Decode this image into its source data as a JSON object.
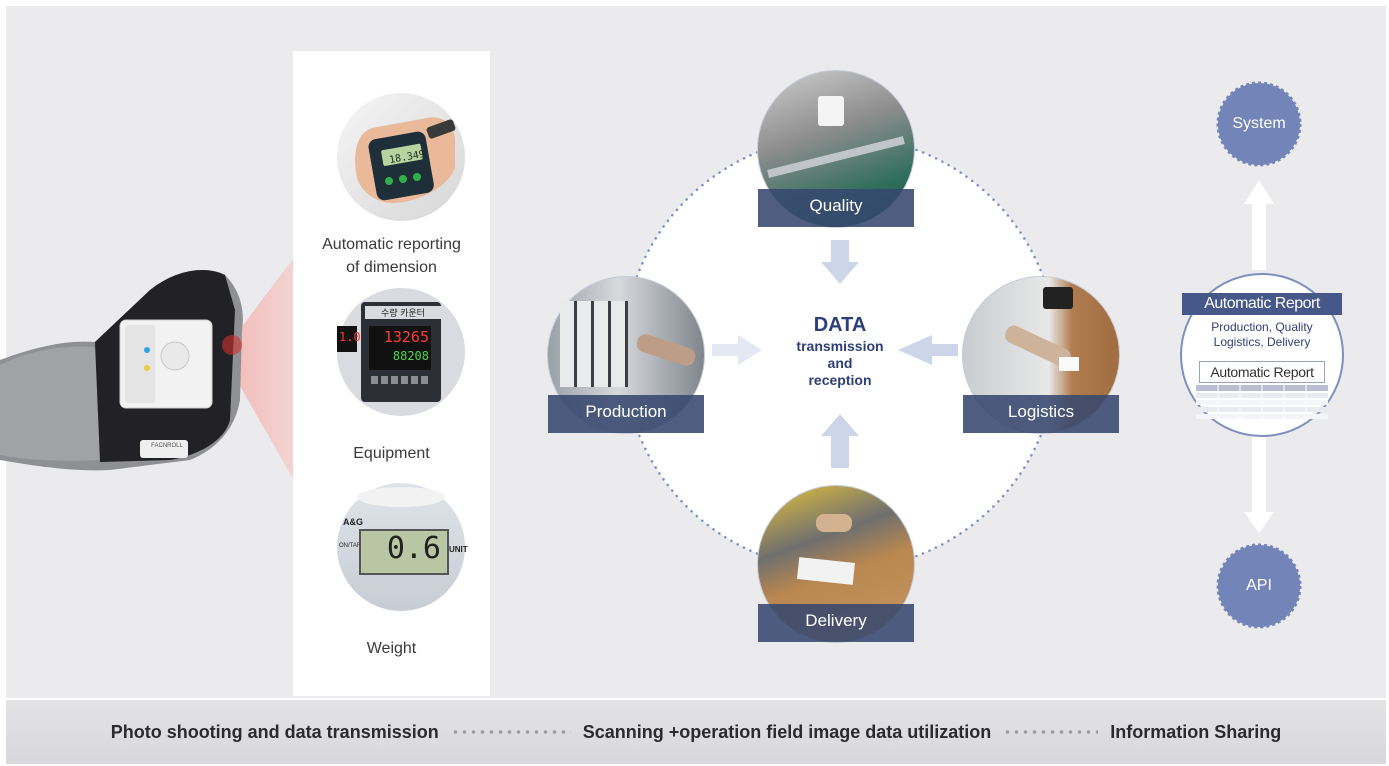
{
  "sources": [
    {
      "label_line1": "Automatic reporting",
      "label_line2": "of dimension",
      "display": "18.349"
    },
    {
      "label_line1": "Equipment",
      "display": "13265",
      "display2": "88208",
      "header": "수량 카운터",
      "small": "1.0"
    },
    {
      "label_line1": "Weight",
      "display": "0.6",
      "brand": "A&G",
      "side": "UNIT",
      "tare": "ON/TARE"
    }
  ],
  "device_brand": "FACNROLL",
  "hubs": {
    "top": "Quality",
    "left": "Production",
    "right": "Logistics",
    "bottom": "Delivery"
  },
  "center": {
    "title": "DATA",
    "line2": "transmission",
    "line3": "and",
    "line4": "reception"
  },
  "right": {
    "system": "System",
    "api": "API",
    "report_title": "Automatic Report",
    "report_sub1": "Production, Quality",
    "report_sub2": "Logistics, Delivery",
    "report_box": "Automatic Report"
  },
  "footer": {
    "step1": "Photo shooting and data transmission",
    "step2": "Scanning +operation field image data utilization",
    "step3": "Information Sharing"
  },
  "colors": {
    "accent_navy": "#2c3f7a",
    "node_blue": "#7385b8",
    "banner": "#37486e",
    "arrow": "#cdd6e8"
  }
}
